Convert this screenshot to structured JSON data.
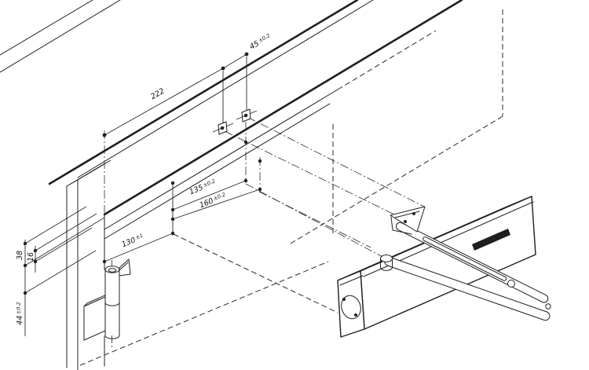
{
  "drawing": {
    "background": "#ffffff",
    "line_color": "#1f1f1f",
    "dims": {
      "d222": {
        "value": "222",
        "tol": ""
      },
      "d45": {
        "value": "45",
        "tol": "±0.2"
      },
      "d135": {
        "value": "135",
        "tol": "±0.2"
      },
      "d160": {
        "value": "160",
        "tol": "±0.2"
      },
      "d130": {
        "value": "130",
        "tol": "±1"
      },
      "d38": {
        "value": "38",
        "tol": ""
      },
      "d16": {
        "value": "16",
        "tol": ""
      },
      "d44": {
        "value": "44",
        "tol": "±0.2"
      }
    }
  }
}
